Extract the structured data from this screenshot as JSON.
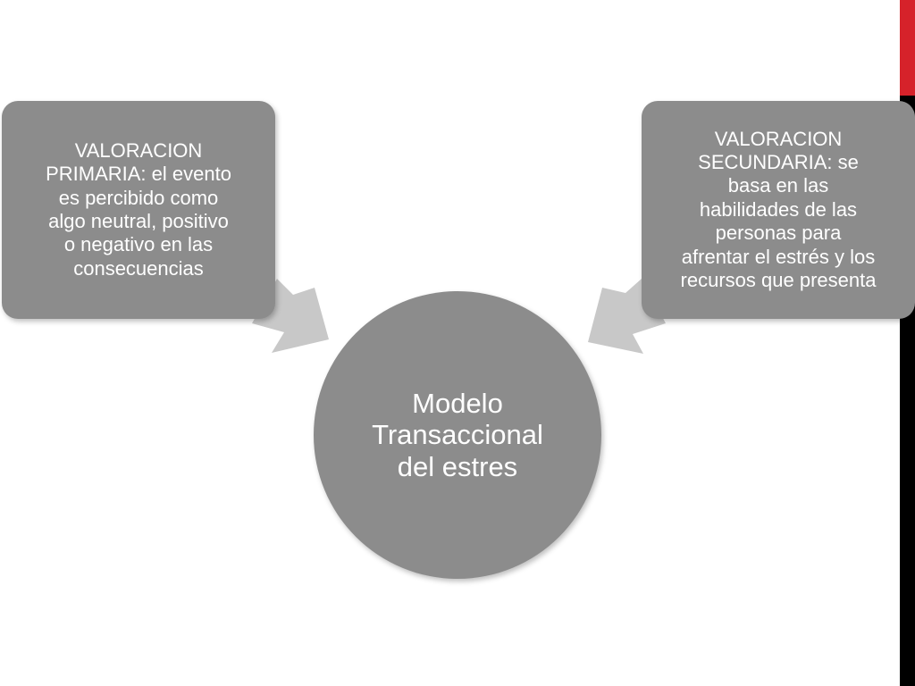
{
  "diagram": {
    "center": {
      "lines": [
        "Modelo",
        "Transaccional",
        "del estres"
      ]
    },
    "left_box": {
      "lines": [
        "VALORACION",
        "PRIMARIA: el evento",
        "es percibido como",
        "algo neutral, positivo",
        "o negativo en las",
        "consecuencias"
      ]
    },
    "right_box": {
      "lines": [
        "VALORACION",
        "SECUNDARIA: se",
        "basa en las",
        "habilidades de las",
        "personas para",
        "afrentar el estrés y los",
        "recursos que presenta"
      ]
    }
  },
  "colors": {
    "node_fill": "#8c8c8c",
    "arrow_fill": "#c8c8c8",
    "accent_red": "#d6222a",
    "edge_black": "#000000",
    "text": "#ffffff"
  }
}
